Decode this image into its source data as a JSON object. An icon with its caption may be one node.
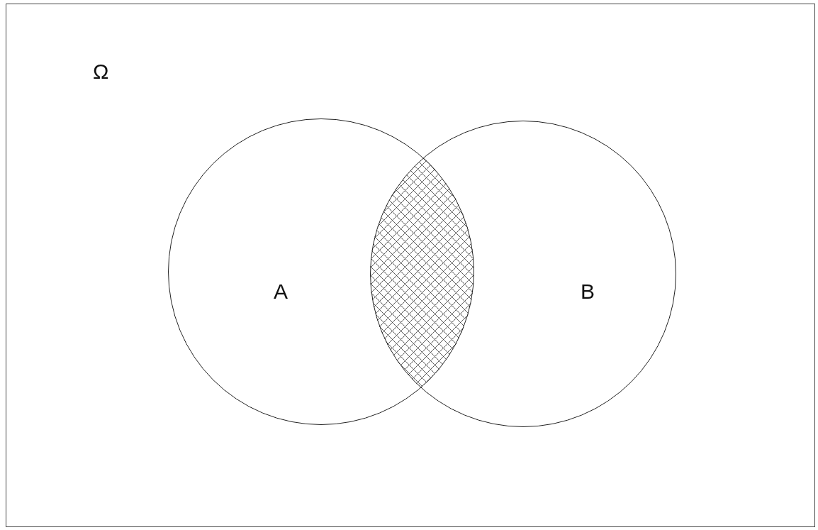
{
  "diagram": {
    "nodes": [
      {
        "text": [
          "Ω"
        ]
      },
      {
        "text": [
          "A"
        ],
        "in": 0
      },
      {
        "text": [
          "B"
        ],
        "in": 0
      }
    ]
  }
}
